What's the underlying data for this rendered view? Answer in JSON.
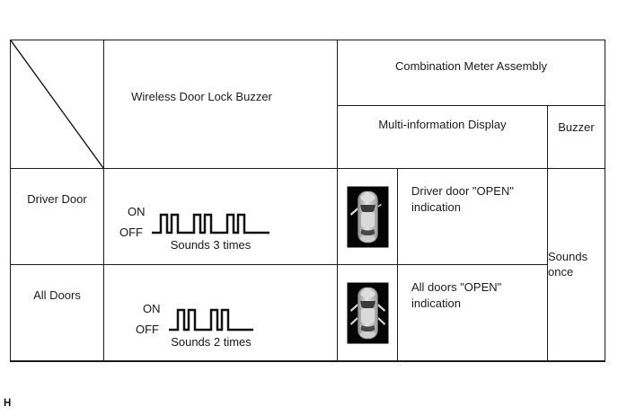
{
  "page": {
    "footer_mark": "H"
  },
  "table": {
    "headers": {
      "wireless": "Wireless Door Lock Buzzer",
      "combination": "Combination Meter Assembly",
      "multi_info": "Multi-information Display",
      "buzzer": "Buzzer"
    },
    "rows": [
      {
        "label": "Driver Door",
        "waveform": {
          "on": "ON",
          "off": "OFF",
          "caption": "Sounds 3 times",
          "sound_groups": 3,
          "pulses_per_group": 2
        },
        "icon": "car-driver-door-open",
        "indication": "Driver door \"OPEN\" indication"
      },
      {
        "label": "All Doors",
        "waveform": {
          "on": "ON",
          "off": "OFF",
          "caption": "Sounds 2 times",
          "sound_groups": 2,
          "pulses_per_group": 2
        },
        "icon": "car-all-doors-open",
        "indication": "All doors \"OPEN\" indication"
      }
    ],
    "buzzer_result": "Sounds once"
  },
  "colors": {
    "grid_line": "#1c1c1c",
    "text": "#161616",
    "icon_background": "#050505",
    "car_body": "#c6c6c6"
  }
}
